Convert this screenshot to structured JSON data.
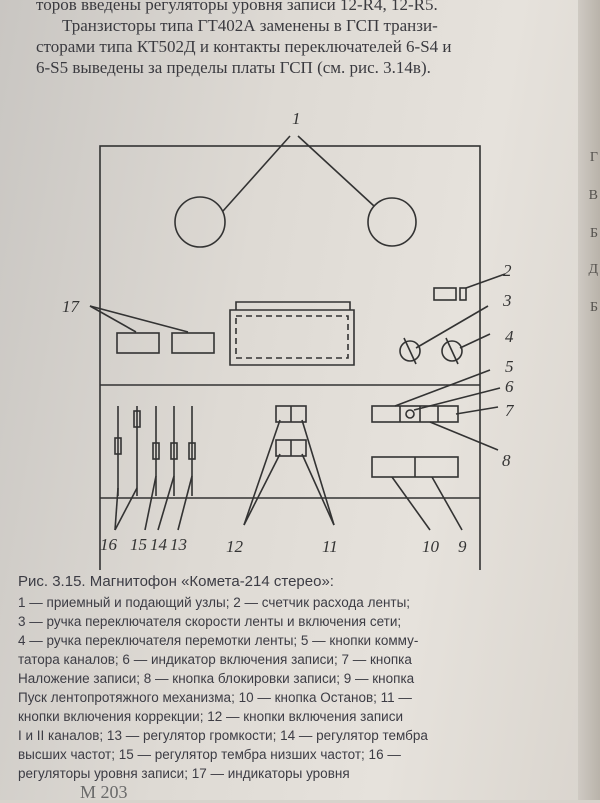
{
  "top_text": [
    "торов введены регуляторы уровня записи 12-R4, 12-R5.",
    "Транзисторы типа ГТ402А заменены в ГСП транзи-",
    "сторами типа КТ502Д и контакты переключателей 6-S4 и",
    "6-S5 выведены за пределы платы ГСП (см. рис. 3.14в)."
  ],
  "figure": {
    "labels": [
      "1",
      "2",
      "3",
      "4",
      "5",
      "6",
      "7",
      "8",
      "9",
      "10",
      "11",
      "12",
      "13",
      "14",
      "15",
      "16",
      "17"
    ]
  },
  "caption": {
    "title": "Рис. 3.15. Магнитофон «Комета-214 стерео»:",
    "lines": [
      "1 — приемный и подающий узлы; 2 — счетчик расхода ленты;",
      "3 — ручка переключателя скорости ленты и включения сети;",
      "4 — ручка переключателя перемотки ленты; 5 — кнопки комму-",
      "татора каналов; 6 — индикатор включения записи; 7 — кнопка",
      "Наложение записи; 8 — кнопка блокировки записи; 9 — кнопка",
      "Пуск лентопротяжного механизма; 10 — кнопка Останов; 11 —",
      "кнопки включения коррекции; 12 — кнопки включения записи",
      "I и II каналов; 13 — регулятор громкости; 14 — регулятор тембра",
      "высших частот; 15 — регулятор тембра низших частот; 16 —",
      "регуляторы уровня записи; 17 — индикаторы уровня"
    ]
  },
  "edge_letters": [
    "Г",
    "В",
    "Б",
    "Д",
    "Б"
  ],
  "bottom_text": "М 203"
}
